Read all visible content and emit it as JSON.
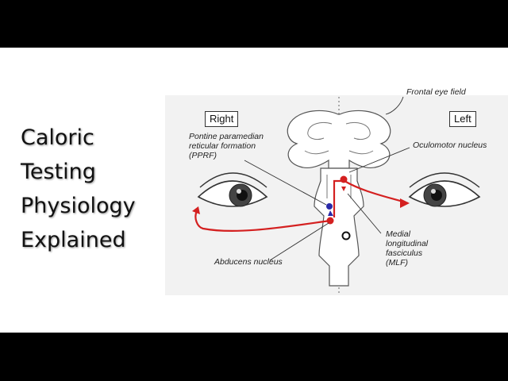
{
  "slide": {
    "title_lines": [
      "Caloric",
      "Testing",
      "Physiology",
      "Explained"
    ]
  },
  "diagram": {
    "side_right": "Right",
    "side_left": "Left",
    "labels": {
      "frontal_eye_field": "Frontal eye field",
      "pprf": [
        "Pontine paramedian",
        "reticular formation",
        "(PPRF)"
      ],
      "oculomotor": "Oculomotor nucleus",
      "mlf": [
        "Medial",
        "longitudinal",
        "fasciculus",
        "(MLF)"
      ],
      "abducens": "Abducens nucleus"
    },
    "colors": {
      "pathway": "#d42020",
      "pprf_dot": "#2a2aa8",
      "background_panel": "#f2f2f2",
      "line": "#444444"
    }
  }
}
